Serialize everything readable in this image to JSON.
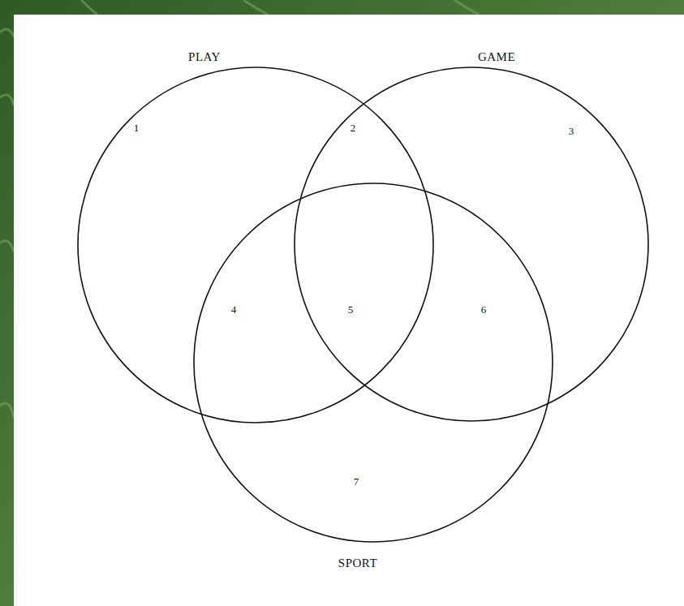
{
  "diagram": {
    "nodes": [
      {
        "text": [
          "PLAY"
        ]
      },
      {
        "text": [
          "GAME"
        ]
      },
      {
        "text": [
          "SPORT"
        ]
      }
    ],
    "labels": [
      "1",
      "2",
      "3",
      "4",
      "5",
      "6",
      "7"
    ]
  }
}
